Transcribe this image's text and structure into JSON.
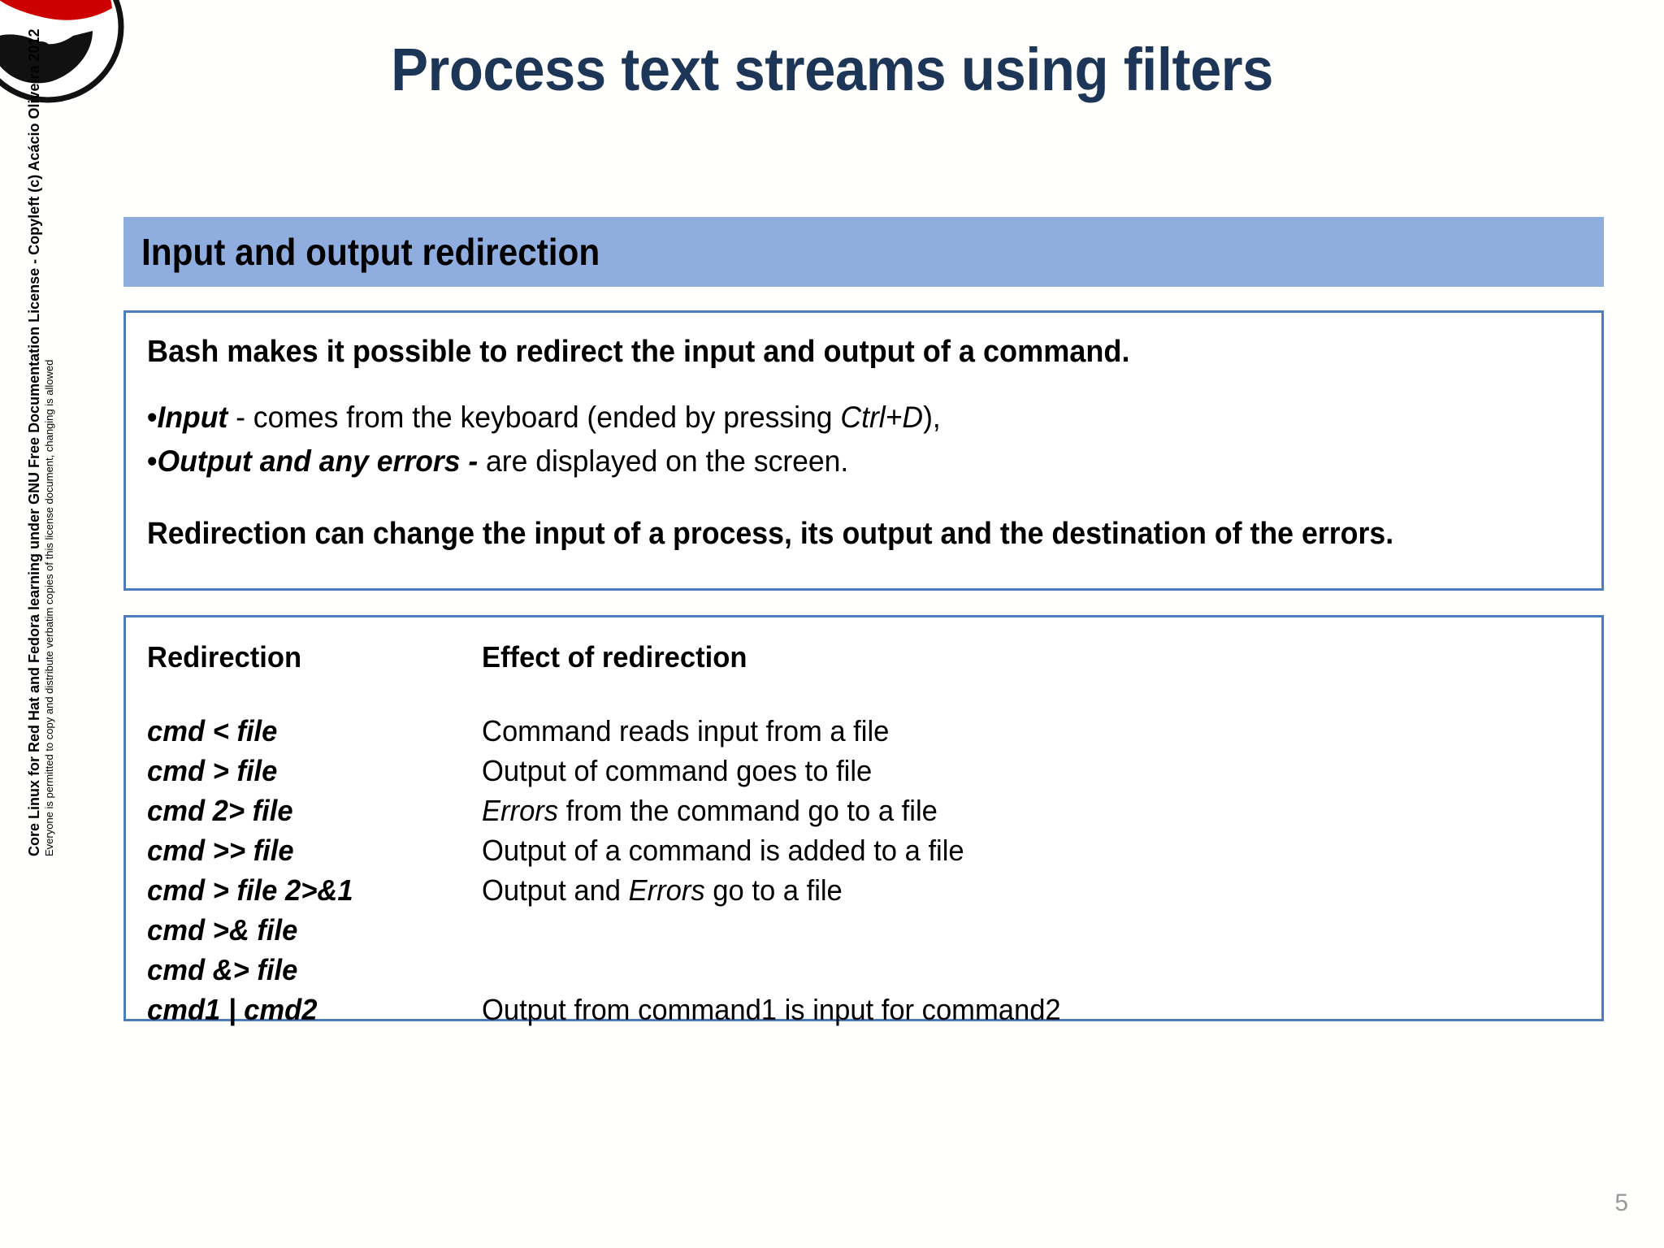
{
  "slide": {
    "title": "Process text streams using filters",
    "title_color": "#1d3557",
    "page_number": "5"
  },
  "logo": {
    "name": "red-hat-shadowman-logo",
    "hat_color": "#cc0000",
    "face_color": "#ffffff",
    "outline_color": "#000000"
  },
  "section_header": {
    "label": "Input and output redirection",
    "background": "#8faddf",
    "text_color": "#000000"
  },
  "intro": {
    "lead": "Bash makes it possible to redirect the input and output of a command.",
    "bullets": [
      {
        "marker": "•",
        "term": "Input",
        "rest_before_italic": " - comes from the keyboard (ended by pressing ",
        "italic": "Ctrl+D",
        "rest_after_italic": "),"
      },
      {
        "marker": "•",
        "term": "Output and any errors -",
        "rest_before_italic": " are displayed on the screen.",
        "italic": "",
        "rest_after_italic": ""
      }
    ],
    "tail": "Redirection can change the input of a process, its output and the destination of the errors."
  },
  "table": {
    "headers": {
      "col1": "Redirection",
      "col2": "Effect of redirection"
    },
    "rows": [
      {
        "cmd": "cmd < file",
        "effect_pre": "Command reads input from a file",
        "effect_italic": "",
        "effect_post": ""
      },
      {
        "cmd": "cmd > file",
        "effect_pre": "Output of command goes to file",
        "effect_italic": "",
        "effect_post": ""
      },
      {
        "cmd": "cmd 2> file",
        "effect_pre": "",
        "effect_italic": "Errors",
        "effect_post": " from the command go to a file"
      },
      {
        "cmd": "cmd >> file",
        "effect_pre": "Output of a command is added to a file",
        "effect_italic": "",
        "effect_post": ""
      },
      {
        "cmd": "cmd > file 2>&1",
        "effect_pre": "Output and ",
        "effect_italic": "Errors",
        "effect_post": " go to a file"
      },
      {
        "cmd": "cmd >& file",
        "effect_pre": "",
        "effect_italic": "",
        "effect_post": ""
      },
      {
        "cmd": "cmd &> file",
        "effect_pre": "",
        "effect_italic": "",
        "effect_post": ""
      },
      {
        "cmd": "cmd1 | cmd2",
        "effect_pre": "Output from command1 is input for command2",
        "effect_italic": "",
        "effect_post": ""
      }
    ],
    "border_color": "#4d7cbd"
  },
  "credit": {
    "line1": "Core Linux for Red Hat and Fedora learning under GNU Free Documentation License  -  Copyleft (c) Acácio Oliveira 2012",
    "line2": "Everyone is permitted to copy and distribute verbatim copies of this license document, changing is allowed"
  }
}
